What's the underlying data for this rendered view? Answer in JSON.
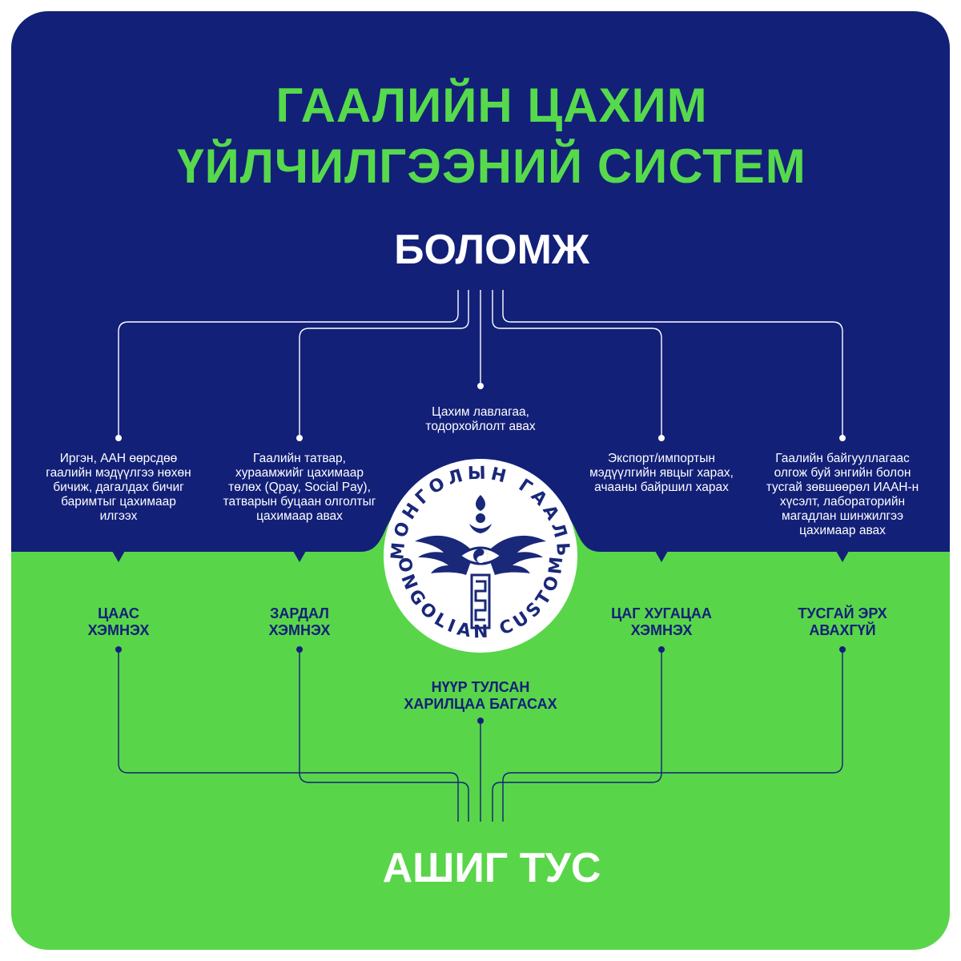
{
  "title": {
    "line1": "ГААЛИЙН ЦАХИМ",
    "line2": "ҮЙЛЧИЛГЭЭНИЙ СИСТЕМ"
  },
  "opportunities": {
    "heading": "БОЛОМЖ",
    "items": [
      {
        "lines": [
          "Иргэн, ААН өөрсдөө",
          "гаалийн мэдүүлгээ нөхөн",
          "бичиж, дагалдах бичиг",
          "баримтыг цахимаар",
          "илгээх"
        ]
      },
      {
        "lines": [
          "Гаалийн татвар,",
          "хураамжийг цахимаар",
          "төлөх (Qpay, Social Pay),",
          "татварын буцаан олголтыг",
          "цахимаар авах"
        ]
      },
      {
        "lines": [
          "Цахим лавлагаа,",
          "тодорхойлолт авах"
        ]
      },
      {
        "lines": [
          "Экспорт/импортын",
          "мэдүүлгийн явцыг харах,",
          "ачааны байршил харах"
        ]
      },
      {
        "lines": [
          "Гаалийн байгууллагаас",
          "олгож буй энгийн болон",
          "тусгай зөвшөөрөл ИААН-н",
          "хүсэлт, лабораторийн",
          "магадлан шинжилгээ",
          "цахимаар авах"
        ]
      }
    ]
  },
  "benefits": {
    "heading": "АШИГ ТУС",
    "items": [
      {
        "lines": [
          "ЦААС",
          "ХЭМНЭХ"
        ]
      },
      {
        "lines": [
          "ЗАРДАЛ",
          "ХЭМНЭХ"
        ]
      },
      {
        "lines": [
          "НҮҮР ТУЛСАН",
          "ХАРИЛЦАА БАГАСАХ"
        ]
      },
      {
        "lines": [
          "ЦАГ ХУГАЦАА",
          "ХЭМНЭХ"
        ]
      },
      {
        "lines": [
          "ТУСГАЙ ЭРХ",
          "АВАХГҮЙ"
        ]
      }
    ]
  },
  "logo": {
    "top_text": "МОНГОЛЫН ГААЛЬ",
    "bottom_text": "MONGOLIAN CUSTOMS"
  },
  "colors": {
    "navy": "#122078",
    "green": "#59d54a",
    "title_green": "#57d94c",
    "white": "#ffffff"
  }
}
